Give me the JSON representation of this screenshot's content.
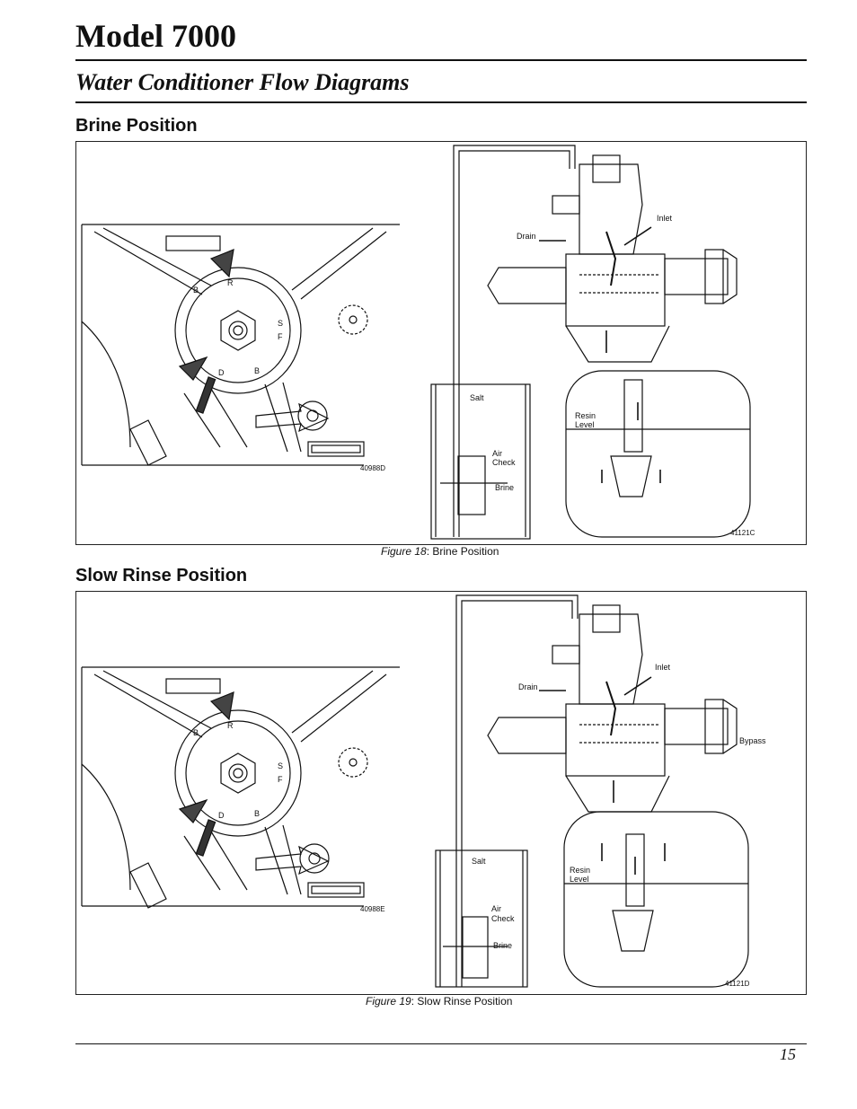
{
  "page": {
    "title": "Model 7000",
    "subtitle": "Water Conditioner Flow Diagrams",
    "page_number": "15"
  },
  "sections": [
    {
      "heading": "Brine Position",
      "figure": {
        "caption_label": "Figure 18",
        "caption_text": ": Brine Position",
        "left_part_number": "40988D",
        "right_part_number": "41121C",
        "cam_labels": [
          "B",
          "R",
          "S",
          "F",
          "D",
          "B"
        ],
        "labels": {
          "drain": "Drain",
          "inlet": "Inlet",
          "salt": "Salt",
          "resin": "Resin",
          "level": "Level",
          "air": "Air",
          "check": "Check",
          "brine": "Brine"
        }
      }
    },
    {
      "heading": "Slow Rinse Position",
      "figure": {
        "caption_label": "Figure 19",
        "caption_text": ": Slow Rinse Position",
        "left_part_number": "40988E",
        "right_part_number": "41121D",
        "cam_labels": [
          "B",
          "R",
          "S",
          "F",
          "D",
          "B"
        ],
        "labels": {
          "drain": "Drain",
          "inlet": "Inlet",
          "bypass": "Bypass",
          "salt": "Salt",
          "resin": "Resin",
          "level": "Level",
          "air": "Air",
          "check": "Check",
          "brine": "Brine"
        }
      }
    }
  ]
}
